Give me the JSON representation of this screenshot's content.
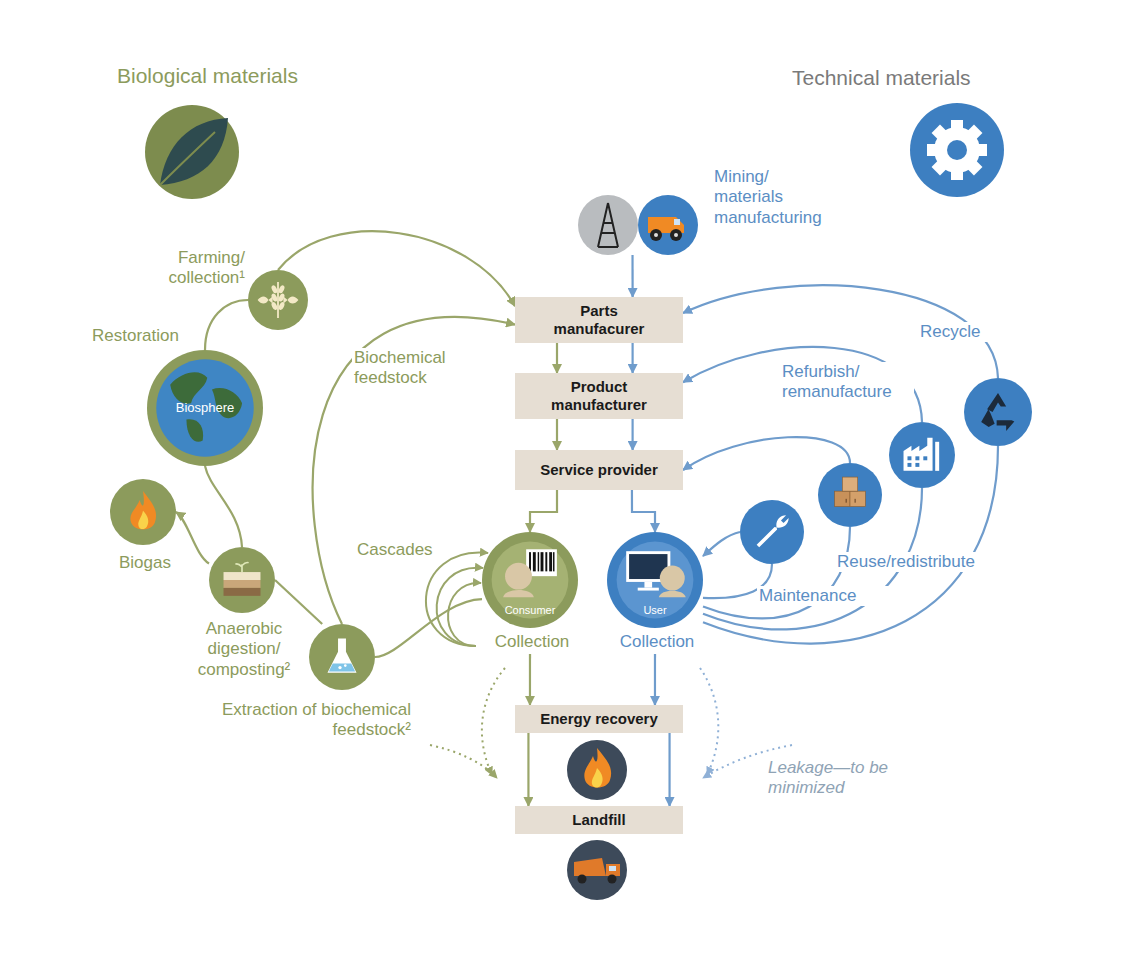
{
  "diagram": {
    "nodes": [
      {
        "text": [
          "Farming/ collection¹"
        ]
      },
      {
        "text": [
          "Biosphere"
        ]
      },
      {
        "text": [
          "Biogas"
        ]
      },
      {
        "text": [
          "Anaerobic digestion/ composting²"
        ]
      },
      {
        "text": [
          "Extraction of biochemical feedstock²"
        ]
      },
      {
        "text": [
          "Mining/ materials manufacturing"
        ]
      },
      {
        "text": [
          "Parts manufacurer"
        ]
      },
      {
        "text": [
          "Product manufacturer"
        ]
      },
      {
        "text": [
          "Service provider"
        ]
      },
      {
        "text": [
          "Consumer",
          "Collection"
        ]
      },
      {
        "text": [
          "User",
          "Collection"
        ]
      },
      {
        "text": [
          "Maintenance"
        ]
      },
      {
        "text": [
          "Reuse/redistribute"
        ]
      },
      {
        "text": [
          "Refurbish/ remanufacture"
        ]
      },
      {
        "text": [
          "Recycle"
        ]
      },
      {
        "text": [
          "Energy recovery"
        ]
      },
      {
        "text": [
          "Landfill"
        ]
      }
    ],
    "edges": [
      {
        "from": 0,
        "to": 6,
        "arrow": "to"
      },
      {
        "from": 4,
        "to": 6,
        "label": "Biochemical feedstock",
        "arrow": "to"
      },
      {
        "from": 5,
        "to": 6,
        "arrow": "to"
      },
      {
        "from": 6,
        "to": 7,
        "arrow": "to"
      },
      {
        "from": 6,
        "to": 7,
        "arrow": "to"
      },
      {
        "from": 7,
        "to": 8,
        "arrow": "to"
      },
      {
        "from": 7,
        "to": 8,
        "arrow": "to"
      },
      {
        "from": 8,
        "to": 9,
        "arrow": "to"
      },
      {
        "from": 8,
        "to": 10,
        "arrow": "to"
      },
      {
        "from": 9,
        "to": 4,
        "arrow": "none"
      },
      {
        "from": 4,
        "to": 3,
        "arrow": "none"
      },
      {
        "from": 3,
        "to": 2,
        "arrow": "to"
      },
      {
        "from": 3,
        "to": 1,
        "arrow": "none"
      },
      {
        "from": 1,
        "to": 0,
        "arrow": "none"
      },
      {
        "from": 10,
        "to": 11,
        "arrow": "none"
      },
      {
        "from": 11,
        "to": 10,
        "arrow": "to"
      },
      {
        "from": 10,
        "to": 12,
        "arrow": "none"
      },
      {
        "from": 12,
        "to": 8,
        "arrow": "to"
      },
      {
        "from": 10,
        "to": 13,
        "arrow": "none"
      },
      {
        "from": 13,
        "to": 7,
        "arrow": "to"
      },
      {
        "from": 10,
        "to": 14,
        "arrow": "none"
      },
      {
        "from": 14,
        "to": 6,
        "arrow": "to"
      },
      {
        "from": 9,
        "to": 15,
        "arrow": "to"
      },
      {
        "from": 10,
        "to": 15,
        "arrow": "to"
      },
      {
        "from": 15,
        "to": 16,
        "arrow": "to"
      },
      {
        "from": 15,
        "to": 16,
        "arrow": "to"
      }
    ],
    "labels": [
      "Biological materials",
      "Technical materials",
      "Restoration",
      "Cascades",
      "Leakage—to be minimized"
    ]
  }
}
